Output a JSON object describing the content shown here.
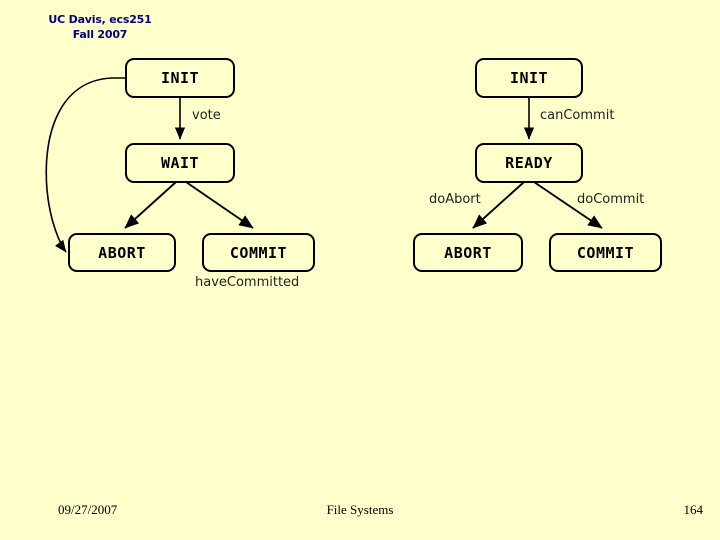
{
  "slide": {
    "background_color": "#FFFFCC",
    "header": {
      "line1": "UC Davis, ecs251",
      "line2": "Fall 2007",
      "color": "#000080"
    },
    "footer": {
      "date": "09/27/2007",
      "title": "File Systems",
      "page": "164"
    }
  },
  "diagram": {
    "type": "state-diagram",
    "left_group": {
      "nodes": [
        {
          "id": "init",
          "label": "INIT"
        },
        {
          "id": "wait",
          "label": "WAIT"
        },
        {
          "id": "abort",
          "label": "ABORT"
        },
        {
          "id": "commit",
          "label": "COMMIT"
        }
      ],
      "edge_labels": [
        {
          "id": "vote",
          "label": "vote"
        },
        {
          "id": "have-committed",
          "label": "haveCommitted"
        }
      ]
    },
    "right_group": {
      "nodes": [
        {
          "id": "init",
          "label": "INIT"
        },
        {
          "id": "ready",
          "label": "READY"
        },
        {
          "id": "abort",
          "label": "ABORT"
        },
        {
          "id": "commit",
          "label": "COMMIT"
        }
      ],
      "edge_labels": [
        {
          "id": "can-commit",
          "label": "canCommit"
        },
        {
          "id": "do-abort",
          "label": "doAbort"
        },
        {
          "id": "do-commit",
          "label": "doCommit"
        }
      ]
    }
  }
}
